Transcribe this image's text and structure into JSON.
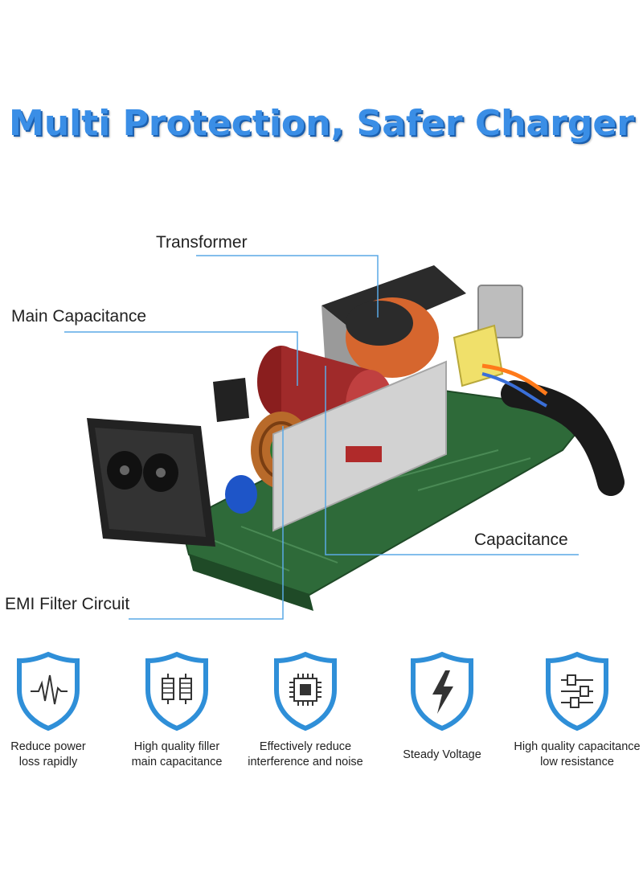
{
  "headline": "Multi Protection, Safer Charger",
  "callouts": {
    "transformer": "Transformer",
    "main_capacitance": "Main Capacitance",
    "capacitance": "Capacitance",
    "emi_filter": "EMI Filter Circuit"
  },
  "features": [
    {
      "icon": "waveform-icon",
      "line1": "Reduce power",
      "line2": "loss rapidly"
    },
    {
      "icon": "coil-icon",
      "line1": "High quality filler",
      "line2": "main capacitance"
    },
    {
      "icon": "chip-icon",
      "line1": "Effectively reduce",
      "line2": "interference and noise"
    },
    {
      "icon": "lightning-icon",
      "line1": "Steady Voltage",
      "line2": ""
    },
    {
      "icon": "capacitor-icon",
      "line1": "High quality capacitance",
      "line2": "low resistance"
    }
  ],
  "colors": {
    "headline": "#3a8ee6",
    "shield": "#2f8fd8",
    "callout_line": "#5aa9e6",
    "pcb": "#2f6b3a"
  }
}
